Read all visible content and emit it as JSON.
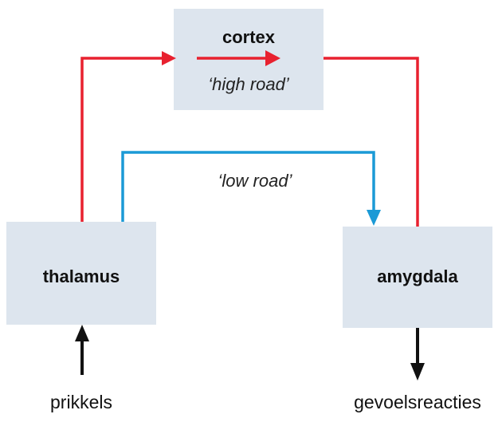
{
  "diagram": {
    "nodes": {
      "cortex": {
        "label": "cortex"
      },
      "thalamus": {
        "label": "thalamus"
      },
      "amygdala": {
        "label": "amygdala"
      }
    },
    "paths": {
      "high_road": {
        "label": "‘high road’"
      },
      "low_road": {
        "label": "‘low road’"
      }
    },
    "input_label": "prikkels",
    "output_label": "gevoelsreacties"
  },
  "colors": {
    "box_fill": "#dde5ee",
    "high_road": "#e8212f",
    "low_road": "#1b9ad6",
    "arrow_black": "#111111",
    "background": "#ffffff"
  }
}
